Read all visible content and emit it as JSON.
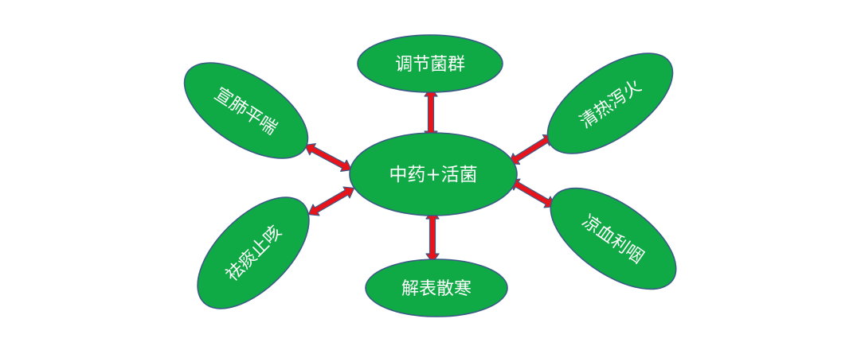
{
  "diagram": {
    "center": {
      "label": "中药+活菌"
    },
    "nodes": [
      {
        "id": "top",
        "label": "调节菌群"
      },
      {
        "id": "top-left",
        "label": "宣肺平喘"
      },
      {
        "id": "top-right",
        "label": "清热泻火"
      },
      {
        "id": "bottom-left",
        "label": "祛痰止咳"
      },
      {
        "id": "bottom-right",
        "label": "凉血利咽"
      },
      {
        "id": "bottom",
        "label": "解表散寒"
      }
    ]
  },
  "colors": {
    "node_fill": "#0faa45",
    "node_stroke": "#3b5a86",
    "arrow_fill": "#e8141c",
    "arrow_stroke": "#3b5a86",
    "text": "#ffffff"
  }
}
